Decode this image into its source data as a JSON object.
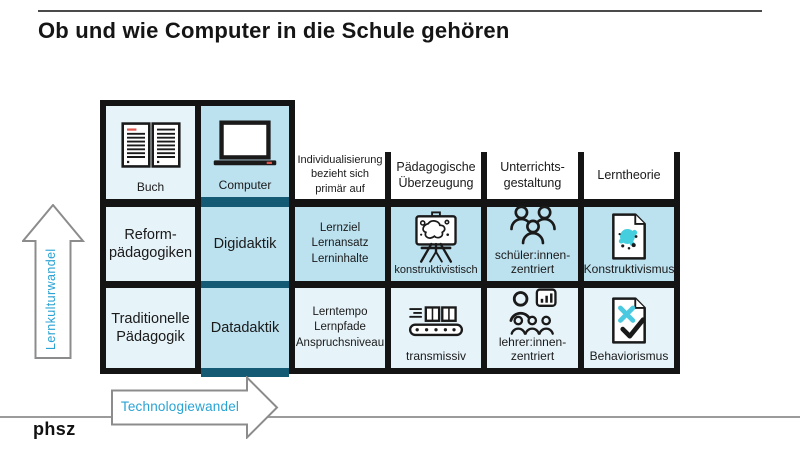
{
  "title": "Ob und wie Computer in die Schule gehören",
  "logo_text": "phsz",
  "axes": {
    "y_label": "Lernkulturwandel",
    "x_label": "Technologiewandel"
  },
  "colors": {
    "accent_cyan": "#29a3d4",
    "accent_red": "#e0574d",
    "splat_cyan": "#45cede",
    "cell_light": "#e6f3f9",
    "cell_medium": "#bce1ef",
    "teal_divider": "#155a74",
    "border_black": "#141414",
    "arrow_outline_gray": "#8c8c8c"
  },
  "icons": {
    "book": "book-icon",
    "laptop": "laptop-icon",
    "easel": "easel-icon",
    "students": "people-group-icon",
    "splat_document": "document-splat-icon",
    "conveyor": "conveyor-belt-icon",
    "teacher": "teacher-presentation-icon",
    "check_document": "document-x-check-icon"
  },
  "table": {
    "media_buch": "Buch",
    "media_computer": "Computer",
    "hdr_individualisierung": "Individualisierung\nbezieht sich\nprimär auf",
    "hdr_ueberzeugung": "Pädagogische\nÜberzeugung",
    "hdr_gestaltung": "Unterrichts-\ngestaltung",
    "hdr_lerntheorie": "Lerntheorie",
    "row_digital": {
      "paedagogik": "Reform-\npädagogiken",
      "didaktik": "Digidaktik",
      "individualisierung": "Lernziel\nLernansatz\nLerninhalte",
      "ueberzeugung": "konstruktivistisch",
      "gestaltung": "schüler:innen-\nzentriert",
      "lerntheorie": "Konstruktivismus"
    },
    "row_traditionell": {
      "paedagogik": "Traditionelle\nPädagogik",
      "didaktik": "Datadaktik",
      "individualisierung": "Lerntempo\nLernpfade\nAnspruchsniveau",
      "ueberzeugung": "transmissiv",
      "gestaltung": "lehrer:innen-\nzentriert",
      "lerntheorie": "Behaviorismus"
    }
  }
}
